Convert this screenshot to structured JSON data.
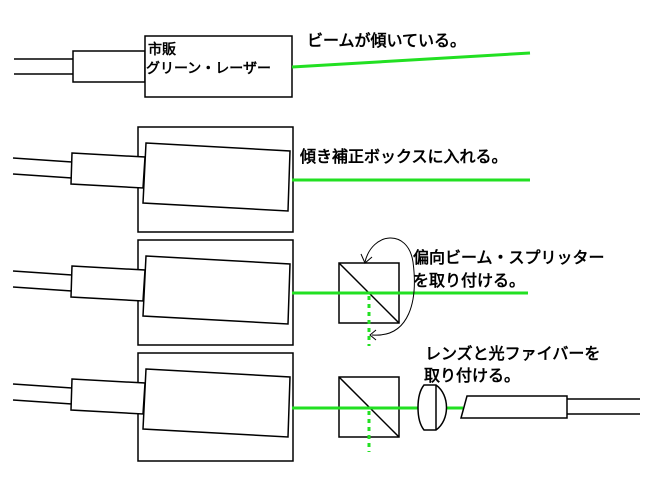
{
  "colors": {
    "beam": "#22e022",
    "line": "#000000"
  },
  "step1": {
    "laser_line1": "市販",
    "laser_line2": "グリーン・レーザー",
    "caption": "ビームが傾いている。"
  },
  "step2": {
    "caption": "傾き補正ボックスに入れる。"
  },
  "step3": {
    "caption_line1": "偏向ビーム・スプリッター",
    "caption_line2": "を取り付ける。"
  },
  "step4": {
    "caption_line1": "レンズと光ファイバーを",
    "caption_line2": "取り付ける。"
  }
}
